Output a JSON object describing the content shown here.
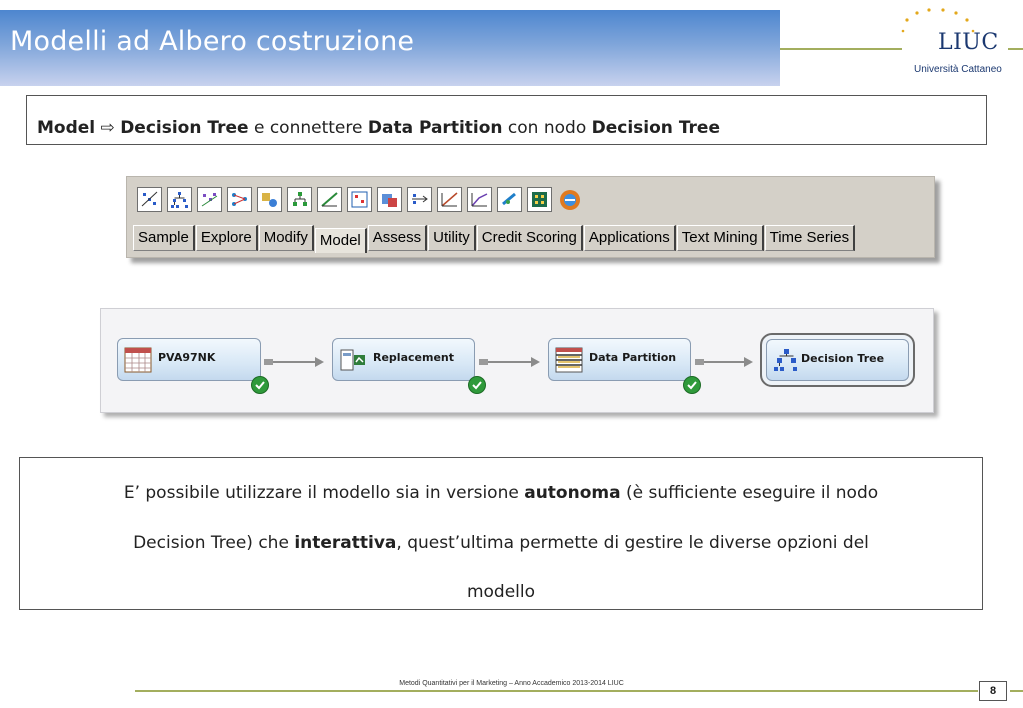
{
  "slide": {
    "title": "Modelli ad Albero costruzione",
    "logo": {
      "name": "LIUC",
      "subtitle": "Università Cattaneo"
    },
    "instruction": {
      "part1": "Model",
      "arrow": "⇨",
      "part2": "Decision Tree",
      "part3": "e connettere",
      "part4": "Data Partition",
      "part5": "con nodo",
      "part6": "Decision Tree"
    },
    "description": {
      "line1_a": "E’ possibile utilizzare il modello sia in versione ",
      "line1_b": "autonoma",
      "line1_c": " (è sufficiente eseguire il nodo",
      "line2_a": "Decision Tree) che ",
      "line2_b": "interattiva",
      "line2_c": ", quest’ultima permette di gestire le diverse opzioni del",
      "line3": "modello"
    },
    "footer": "Metodi Quantitativi per il Marketing – Anno Accademico 2013-2014 LIUC",
    "page_number": "8"
  },
  "toolbar": {
    "icons": [
      "regression-icon",
      "decision-tree-icon",
      "dmine-regression-icon",
      "neural-network-icon",
      "autoneural-icon",
      "rule-induction-icon",
      "lars-icon",
      "model-import-icon",
      "two-stage-icon",
      "partial-least-squares-icon",
      "gradient-boosting-icon",
      "least-angle-icon",
      "memory-based-icon",
      "ensemble-icon",
      "svm-icon"
    ],
    "tabs": [
      "Sample",
      "Explore",
      "Modify",
      "Model",
      "Assess",
      "Utility",
      "Credit Scoring",
      "Applications",
      "Text Mining",
      "Time Series"
    ],
    "active_tab": "Model"
  },
  "flow": {
    "nodes": [
      {
        "label": "PVA97NK",
        "icon": "data-table-icon"
      },
      {
        "label": "Replacement",
        "icon": "replacement-icon"
      },
      {
        "label": "Data Partition",
        "icon": "data-partition-icon"
      },
      {
        "label": "Decision Tree",
        "icon": "decision-tree-icon"
      }
    ]
  },
  "colors": {
    "title_band": "#4d86cf",
    "accent_line": "#a3ae5e",
    "logo_blue": "#1b3870",
    "status_green": "#2f9a3b"
  }
}
